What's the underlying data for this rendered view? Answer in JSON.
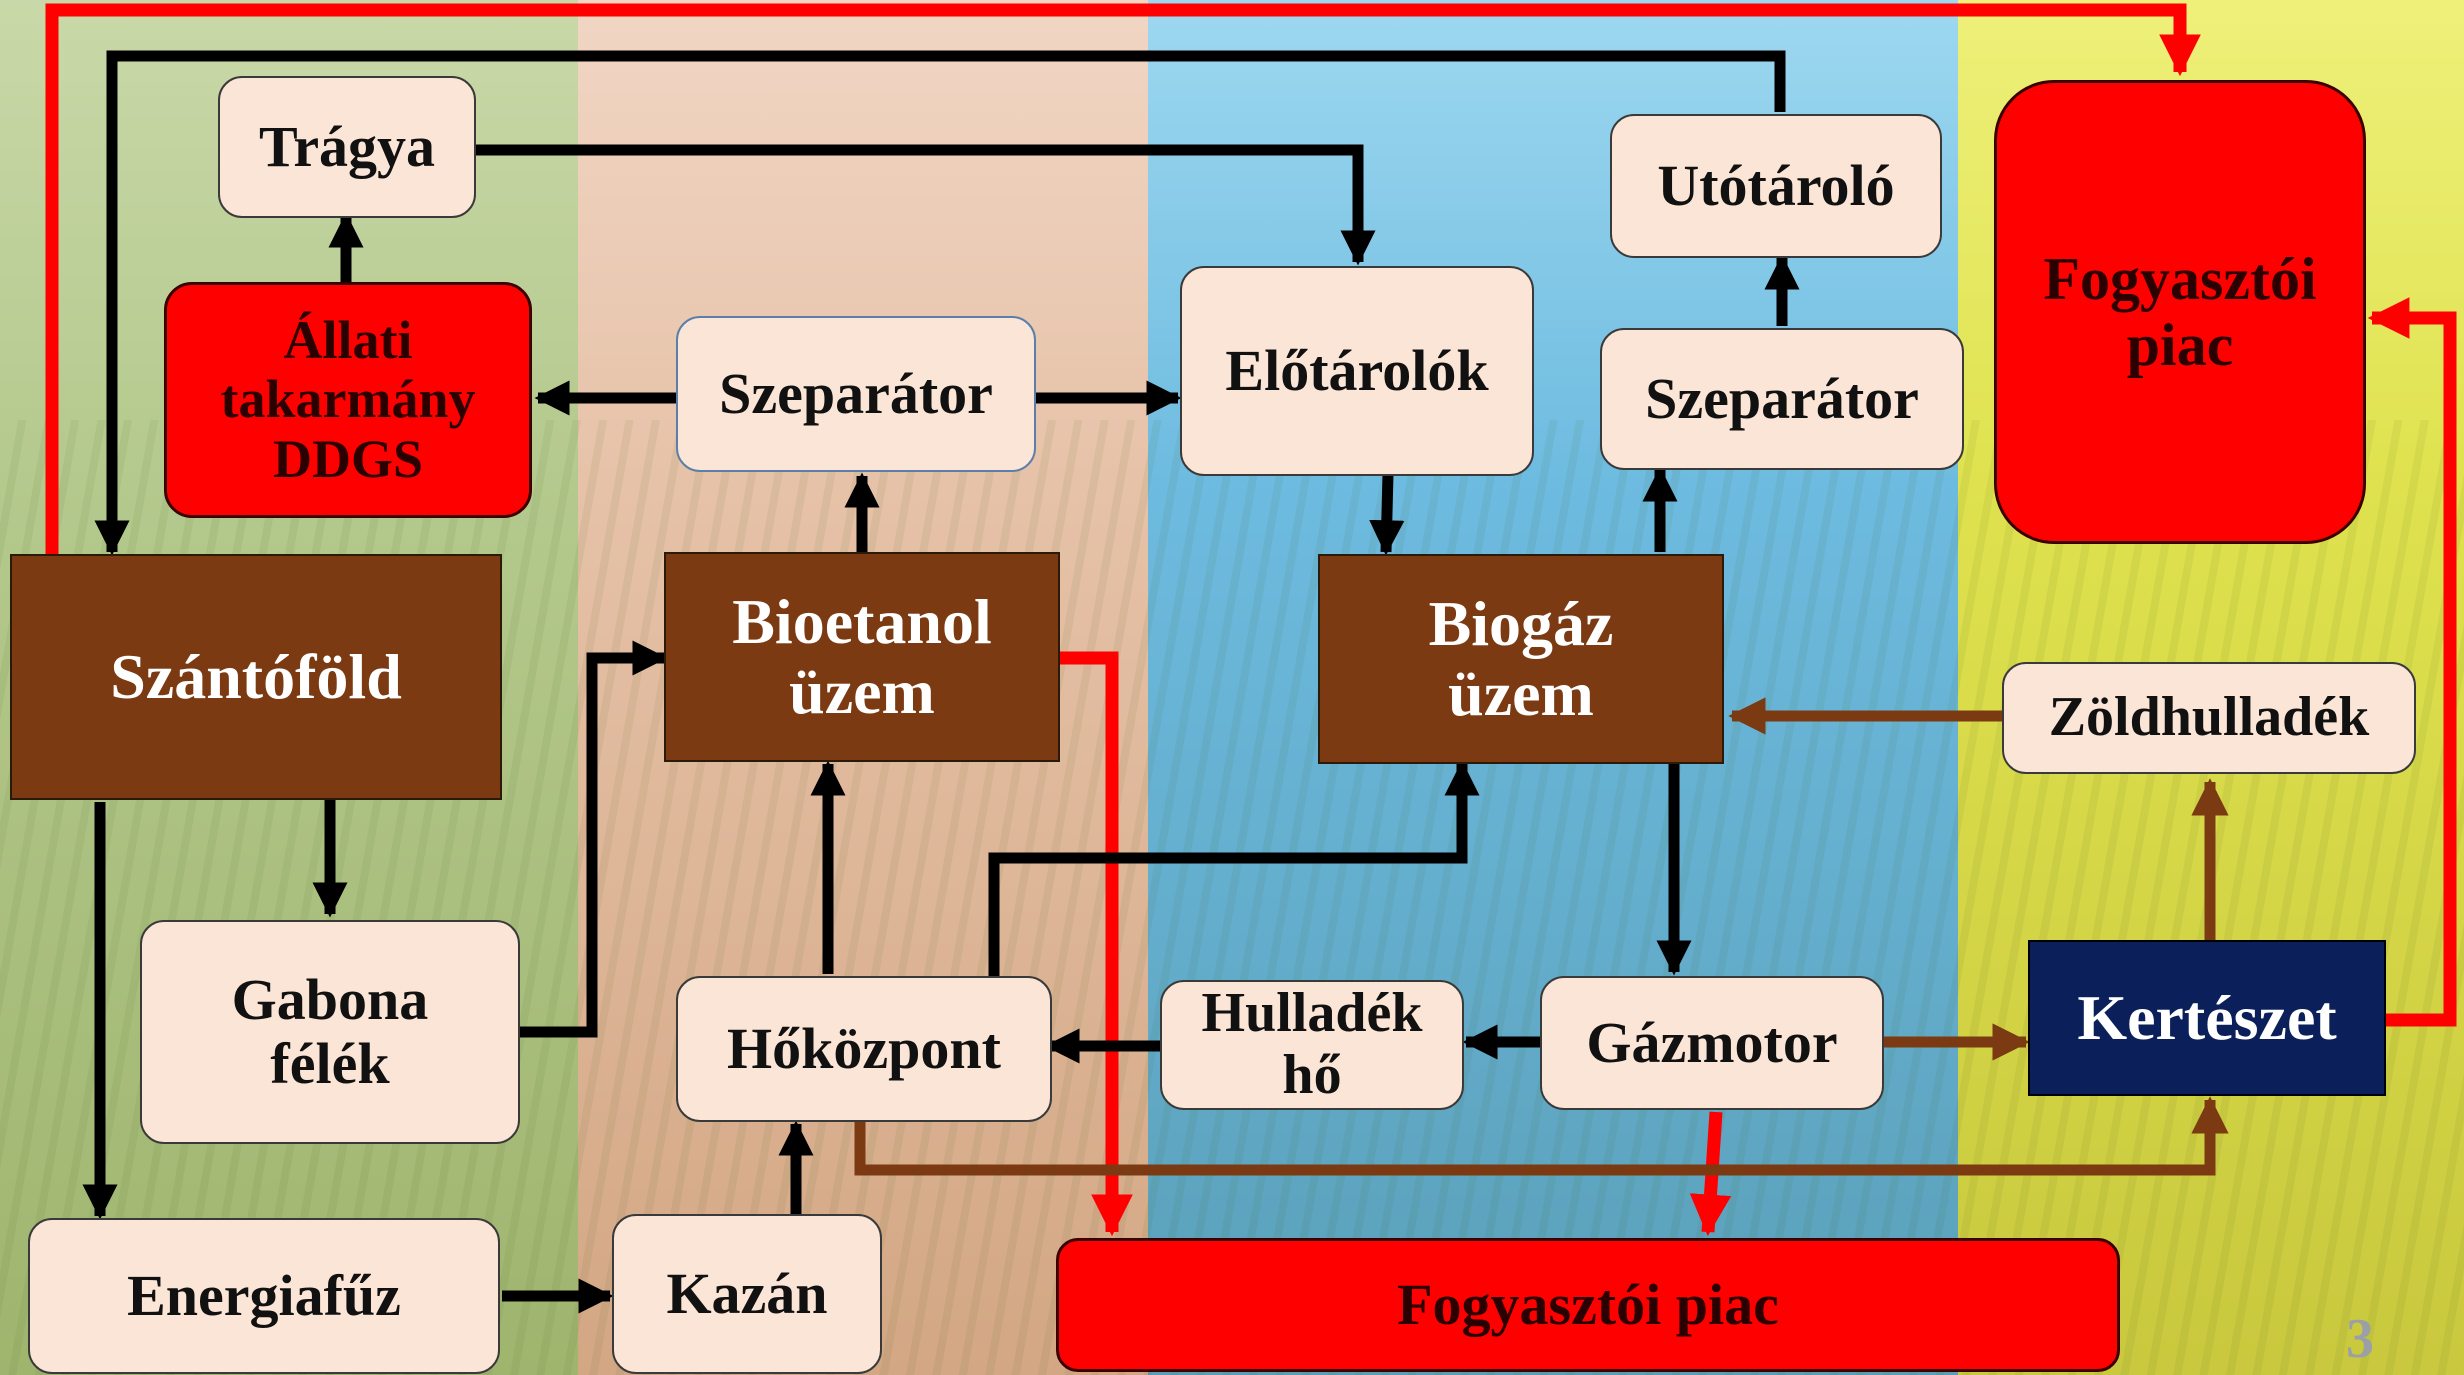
{
  "nodes": {
    "tragya": "Trágya",
    "allati": "Állati takarmány DDGS",
    "szeparator1": "Szeparátor",
    "elotarolok": "Előtárolók",
    "utotarolo": "Utótároló",
    "szeparator2": "Szeparátor",
    "fogyasztoi_piac_top": "Fogyasztói piac",
    "szantofold": "Szántóföld",
    "bioetanol": "Bioetanol üzem",
    "biogaz": "Biogáz üzem",
    "zoldhulladek": "Zöldhulladék",
    "gabona": "Gabona félék",
    "hokozpont": "Hőközpont",
    "hulladek_ho": "Hulladék hő",
    "gazmotor": "Gázmotor",
    "kerteszet": "Kertészet",
    "energiafuz": "Energiafűz",
    "kazan": "Kazán",
    "fogyasztoi_piac_bottom": "Fogyasztói piac"
  },
  "page_number": "3",
  "colors": {
    "band_green": "#b9cc8f",
    "band_peach": "#e8c1a6",
    "band_blue": "#7fc4e0",
    "band_yellow": "#e6e35a",
    "arrow_black": "#000000",
    "arrow_red": "#ff0000",
    "arrow_brown": "#7b3a12"
  }
}
